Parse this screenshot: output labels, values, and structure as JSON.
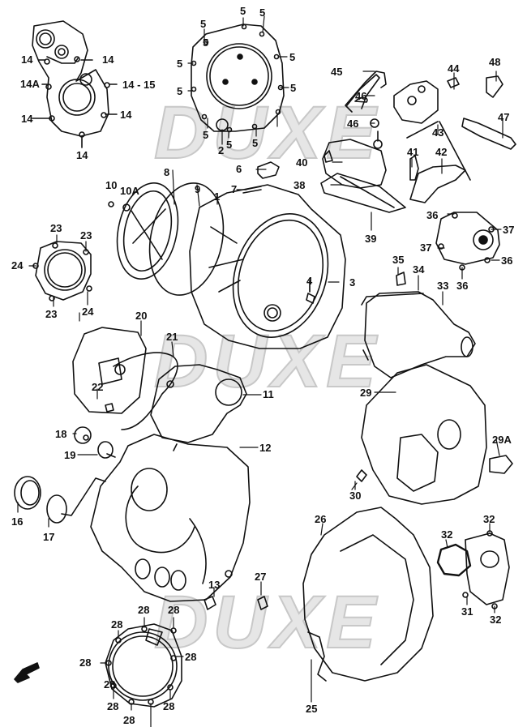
{
  "diagram": {
    "title": "Crankcase cover exploded parts diagram",
    "watermark": "DUXE",
    "direction_arrow": "front-arrow",
    "callouts": [
      {
        "id": "c1",
        "text": "1"
      },
      {
        "id": "c2",
        "text": "2"
      },
      {
        "id": "c3",
        "text": "3"
      },
      {
        "id": "c4",
        "text": "4"
      },
      {
        "id": "c5a",
        "text": "5"
      },
      {
        "id": "c5b",
        "text": "5"
      },
      {
        "id": "c5c",
        "text": "5"
      },
      {
        "id": "c5d",
        "text": "5"
      },
      {
        "id": "c5e",
        "text": "5"
      },
      {
        "id": "c5f",
        "text": "5"
      },
      {
        "id": "c5g",
        "text": "5"
      },
      {
        "id": "c5h",
        "text": "5"
      },
      {
        "id": "c5i",
        "text": "5"
      },
      {
        "id": "c5j",
        "text": "5"
      },
      {
        "id": "c5k",
        "text": "5"
      },
      {
        "id": "c6",
        "text": "6"
      },
      {
        "id": "c7",
        "text": "7"
      },
      {
        "id": "c8",
        "text": "8"
      },
      {
        "id": "c9",
        "text": "9"
      },
      {
        "id": "c10",
        "text": "10"
      },
      {
        "id": "c10a",
        "text": "10A"
      },
      {
        "id": "c11",
        "text": "11"
      },
      {
        "id": "c12",
        "text": "12"
      },
      {
        "id": "c13",
        "text": "13"
      },
      {
        "id": "c14a",
        "text": "14"
      },
      {
        "id": "c14b",
        "text": "14"
      },
      {
        "id": "c14A",
        "text": "14A"
      },
      {
        "id": "c1415",
        "text": "14 - 15"
      },
      {
        "id": "c14c",
        "text": "14"
      },
      {
        "id": "c14d",
        "text": "14"
      },
      {
        "id": "c14e",
        "text": "14"
      },
      {
        "id": "c16",
        "text": "16"
      },
      {
        "id": "c17",
        "text": "17"
      },
      {
        "id": "c18",
        "text": "18"
      },
      {
        "id": "c19",
        "text": "19"
      },
      {
        "id": "c20",
        "text": "20"
      },
      {
        "id": "c21",
        "text": "21"
      },
      {
        "id": "c22",
        "text": "22"
      },
      {
        "id": "c23a",
        "text": "23"
      },
      {
        "id": "c23b",
        "text": "23"
      },
      {
        "id": "c23c",
        "text": "23"
      },
      {
        "id": "c24a",
        "text": "24"
      },
      {
        "id": "c24b",
        "text": "24"
      },
      {
        "id": "c25",
        "text": "25"
      },
      {
        "id": "c26",
        "text": "26"
      },
      {
        "id": "c27",
        "text": "27"
      },
      {
        "id": "c28a",
        "text": "28"
      },
      {
        "id": "c28b",
        "text": "28"
      },
      {
        "id": "c28c",
        "text": "28"
      },
      {
        "id": "c28d",
        "text": "28"
      },
      {
        "id": "c28e",
        "text": "28"
      },
      {
        "id": "c28f",
        "text": "28"
      },
      {
        "id": "c28g",
        "text": "28"
      },
      {
        "id": "c28h",
        "text": "28"
      },
      {
        "id": "c28i",
        "text": "28"
      },
      {
        "id": "c29",
        "text": "29"
      },
      {
        "id": "c29a",
        "text": "29A"
      },
      {
        "id": "c30",
        "text": "30"
      },
      {
        "id": "c31",
        "text": "31"
      },
      {
        "id": "c32a",
        "text": "32"
      },
      {
        "id": "c32b",
        "text": "32"
      },
      {
        "id": "c32c",
        "text": "32"
      },
      {
        "id": "c33",
        "text": "33"
      },
      {
        "id": "c34",
        "text": "34"
      },
      {
        "id": "c35",
        "text": "35"
      },
      {
        "id": "c36a",
        "text": "36"
      },
      {
        "id": "c36b",
        "text": "36"
      },
      {
        "id": "c36c",
        "text": "36"
      },
      {
        "id": "c37a",
        "text": "37"
      },
      {
        "id": "c37b",
        "text": "37"
      },
      {
        "id": "c38",
        "text": "38"
      },
      {
        "id": "c39",
        "text": "39"
      },
      {
        "id": "c40",
        "text": "40"
      },
      {
        "id": "c41",
        "text": "41"
      },
      {
        "id": "c42",
        "text": "42"
      },
      {
        "id": "c43",
        "text": "43"
      },
      {
        "id": "c44",
        "text": "44"
      },
      {
        "id": "c45",
        "text": "45"
      },
      {
        "id": "c46a",
        "text": "46"
      },
      {
        "id": "c46b",
        "text": "46"
      },
      {
        "id": "c47",
        "text": "47"
      },
      {
        "id": "c48",
        "text": "48"
      }
    ]
  }
}
